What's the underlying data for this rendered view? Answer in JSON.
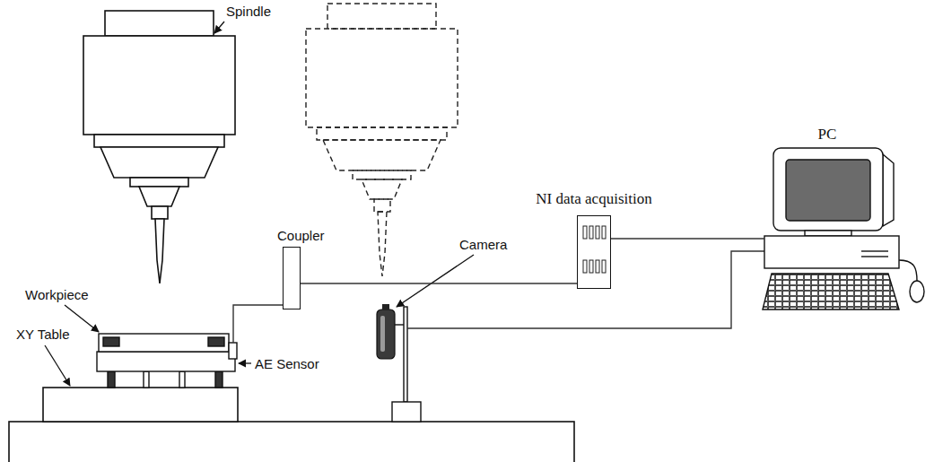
{
  "diagram": {
    "nodes": [
      {
        "text": [
          "Coupler"
        ]
      },
      {
        "text": [
          "NI data acquisition"
        ]
      },
      {
        "text": [
          "PC"
        ]
      }
    ],
    "edges": [
      {
        "from": 0,
        "to": 1,
        "arrow": "none"
      },
      {
        "from": 1,
        "to": 2,
        "arrow": "none"
      }
    ],
    "labels": [
      "Spindle",
      "Workpiece",
      "XY Table",
      "AE Sensor",
      "Camera"
    ]
  }
}
